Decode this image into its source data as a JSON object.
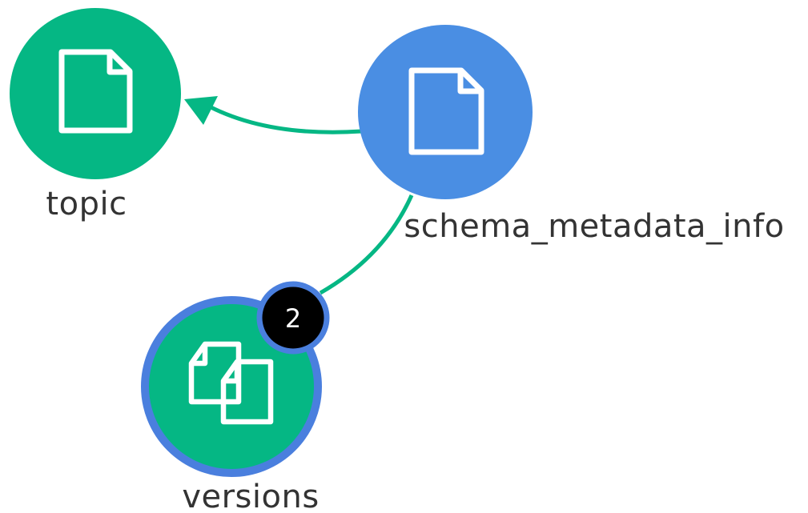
{
  "graph": {
    "nodes": [
      {
        "id": "topic",
        "label": "topic",
        "icon": "document-icon",
        "fill": "#05b784",
        "selected": false
      },
      {
        "id": "schema_metadata_info",
        "label": "schema_metadata_info",
        "icon": "document-icon",
        "fill": "#4a8ee3",
        "selected": false
      },
      {
        "id": "versions",
        "label": "versions",
        "icon": "documents-icon",
        "fill": "#05b784",
        "selected": true,
        "selection_color": "#4a7fde",
        "badge": "2",
        "badge_color": "#000000"
      }
    ],
    "edges": [
      {
        "from": "schema_metadata_info",
        "to": "topic",
        "color": "#05b784",
        "arrow": true
      },
      {
        "from": "schema_metadata_info",
        "to": "versions",
        "color": "#05b784",
        "arrow": false
      }
    ]
  }
}
